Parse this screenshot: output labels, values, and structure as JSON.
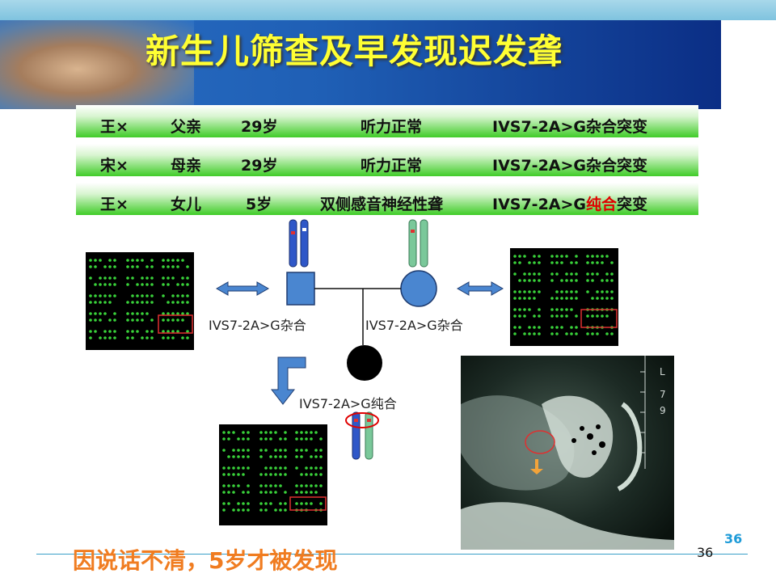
{
  "slide": {
    "title": "新生儿筛查及早发现迟发聋",
    "rows": [
      {
        "name": "王×",
        "relation": "父亲",
        "age": "29岁",
        "phenotype": "听力正常",
        "mutation_prefix": "IVS7-2A>G",
        "mutation_type": "杂合",
        "mutation_suffix": "突变"
      },
      {
        "name": "宋×",
        "relation": "母亲",
        "age": "29岁",
        "phenotype": "听力正常",
        "mutation_prefix": "IVS7-2A>G",
        "mutation_type": "杂合",
        "mutation_suffix": "突变"
      },
      {
        "name": "王×",
        "relation": "女儿",
        "age": "5岁",
        "phenotype": "双侧感音神经性聋",
        "mutation_prefix": "IVS7-2A>G",
        "mutation_type": "纯合",
        "mutation_suffix": "突变"
      }
    ],
    "pedigree": {
      "father_label": "IVS7-2A>G杂合",
      "mother_label": "IVS7-2A>G杂合",
      "child_label": "IVS7-2A>G纯合"
    },
    "ct_side_labels": [
      "L",
      "7",
      "9"
    ],
    "footer": "因说话不清，5岁才被发现",
    "page_number": "36",
    "colors": {
      "title": "#ffff33",
      "highlight_red": "#e00000",
      "footer": "#f07c20",
      "row_green": "#40cc28",
      "pedigree_blue": "#4a86d0"
    }
  }
}
